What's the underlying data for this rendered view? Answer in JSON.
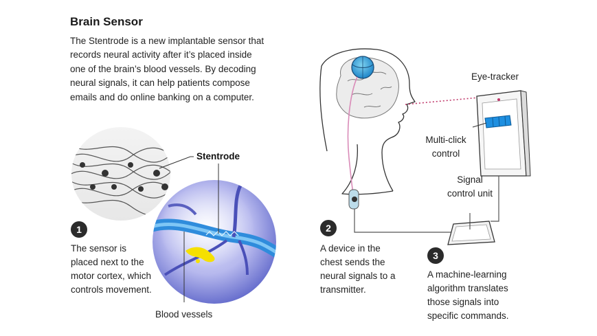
{
  "header": {
    "title": "Brain Sensor",
    "intro": "The Stentrode is a new implantable sensor that records neural activity after it’s placed inside one of the brain’s blood vessels. By decoding neural signals, it can help patients compose emails and do online banking on a computer."
  },
  "labels": {
    "stentrode": "Stentrode",
    "blood_vessels": "Blood vessels",
    "eye_tracker": "Eye-tracker",
    "multi_click": "Multi-click control",
    "signal_unit": "Signal control unit"
  },
  "steps": [
    {
      "number": "1",
      "text": "The sensor is placed next to the motor cortex, which controls movement."
    },
    {
      "number": "2",
      "text": "A device in the chest sends the neural signals to a transmitter."
    },
    {
      "number": "3",
      "text": "A machine-learning algorithm translates those signals into specific commands."
    }
  ],
  "colors": {
    "accent_blue": "#1e8fe0",
    "vessel_blue": "#2f8cdc",
    "lead_pink": "#d98bb8",
    "signal_yellow": "#f5e000"
  }
}
